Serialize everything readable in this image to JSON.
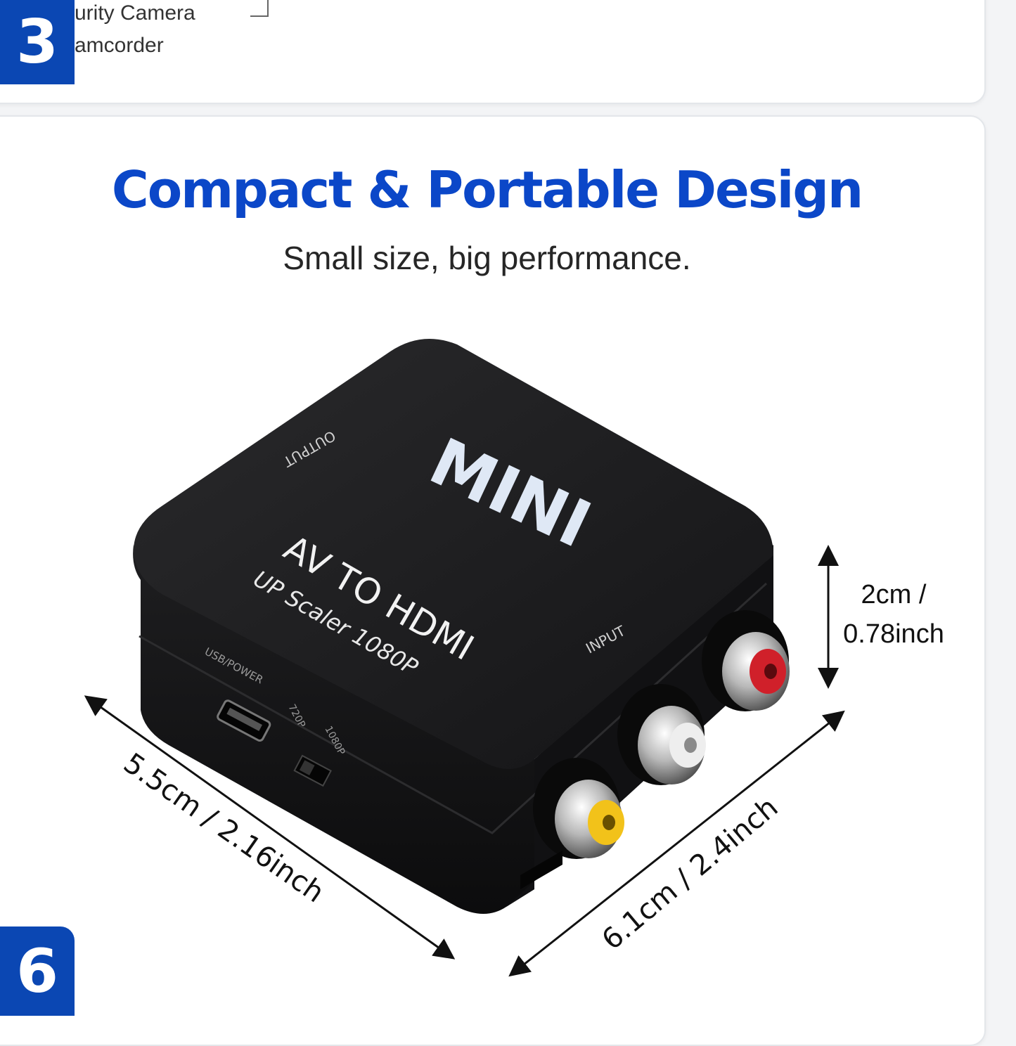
{
  "top_card": {
    "step_number": "3",
    "lines": [
      "urity Camera",
      "amcorder"
    ]
  },
  "main_card": {
    "title": "Compact & Portable Design",
    "subtitle": "Small size, big performance.",
    "step_number": "6"
  },
  "device": {
    "brand": "MINI",
    "product_line_1": "AV TO HDMI",
    "product_line_2": "UP Scaler 1080P",
    "label_output": "OUTPUT",
    "label_input": "INPUT",
    "label_usb": "USB/POWER",
    "label_720": "720P",
    "label_1080": "1080P",
    "connector_colors": {
      "red": "#d0202a",
      "white": "#eeeeee",
      "yellow": "#f2c21a"
    }
  },
  "dimensions": {
    "height": "2cm /\n0.78inch",
    "length": "5.5cm / 2.16inch",
    "width": "6.1cm / 2.4inch"
  },
  "colors": {
    "accent": "#0b47c8",
    "badge": "#0b47b3"
  }
}
